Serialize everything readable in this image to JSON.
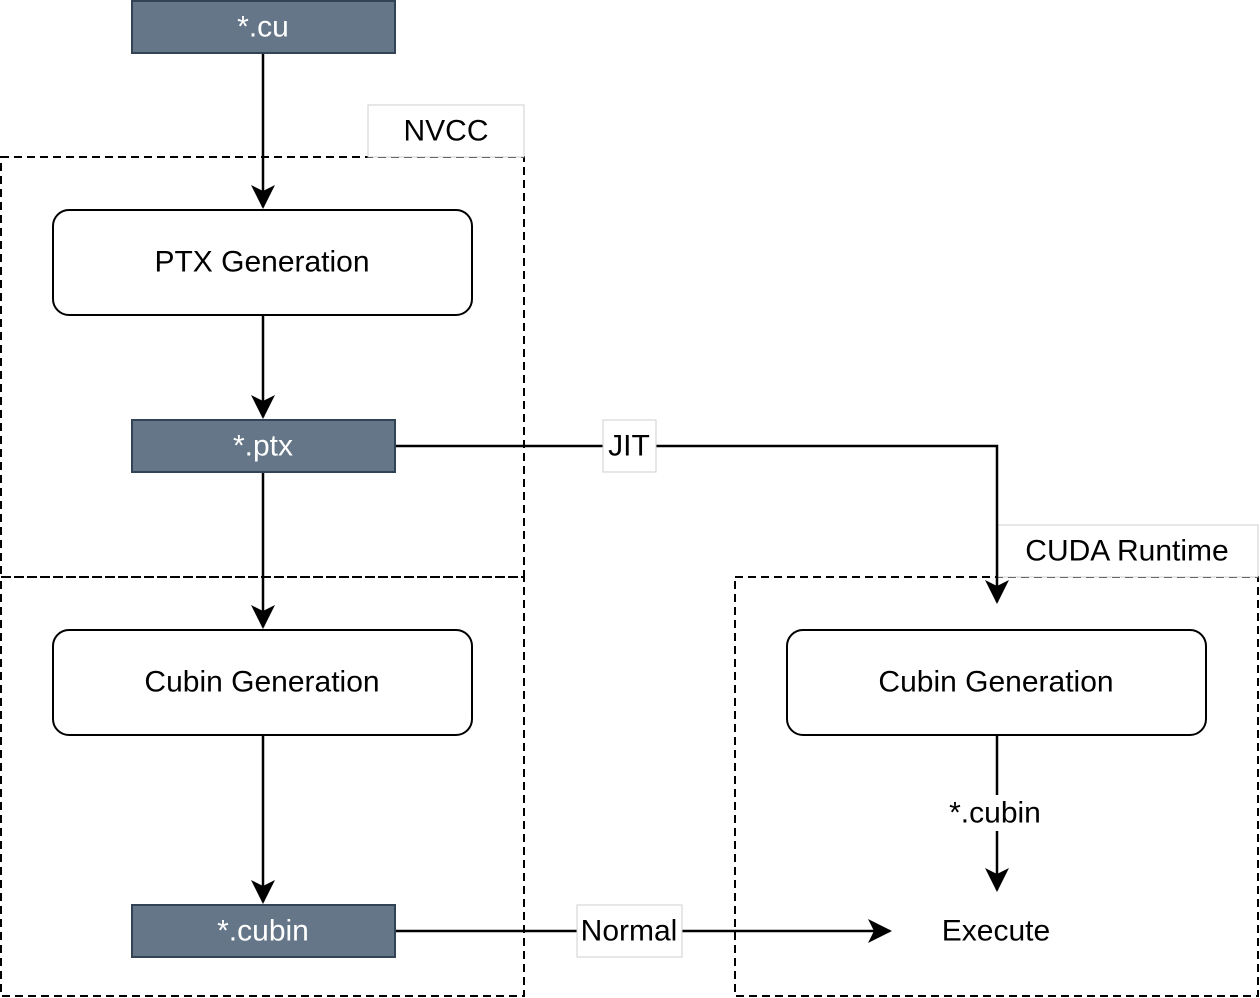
{
  "colors": {
    "artifact_fill": "#647687",
    "artifact_stroke": "#314354",
    "stroke": "#000000"
  },
  "nodes": {
    "cu": "*.cu",
    "ptx_generation": "PTX Generation",
    "ptx": "*.ptx",
    "cubin_generation_nvcc": "Cubin Generation",
    "cubin": "*.cubin",
    "cubin_generation_runtime": "Cubin Generation",
    "execute": "Execute"
  },
  "groups": {
    "nvcc": "NVCC",
    "cuda_runtime": "CUDA Runtime"
  },
  "edges": {
    "jit": "JIT",
    "normal": "Normal",
    "cubin_output": "*.cubin"
  }
}
